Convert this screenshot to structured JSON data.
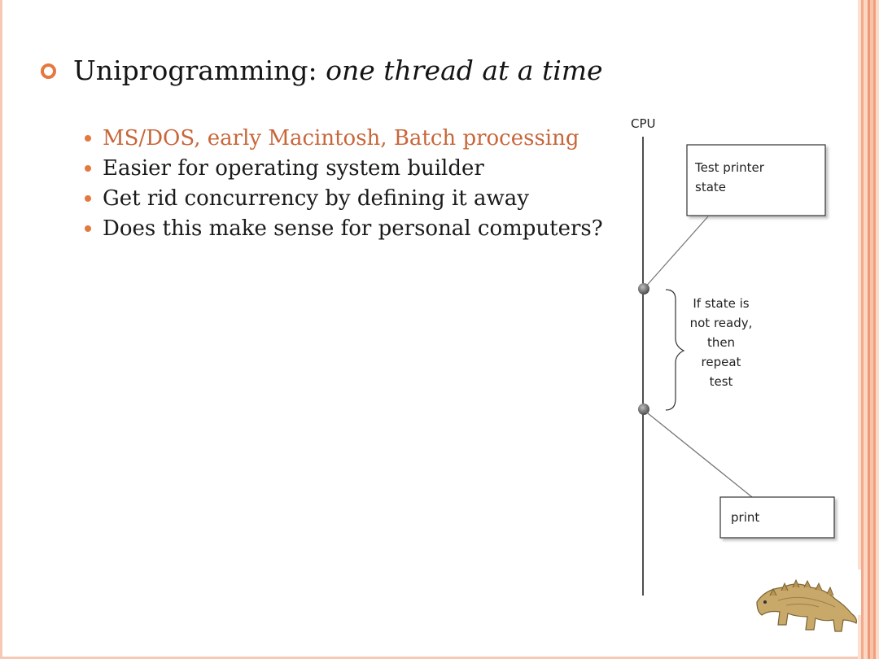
{
  "slide": {
    "heading_prefix": "Uniprogramming:",
    "heading_emphasis": "one thread at a time",
    "bullets": [
      "MS/DOS, early Macintosh, Batch processing",
      "Easier for operating system builder",
      "Get rid concurrency by defining it away",
      "Does this make sense for personal computers?"
    ]
  },
  "diagram": {
    "cpu_label": "CPU",
    "box1_line1": "Test printer",
    "box1_line2": "state",
    "note_line1": "If state is",
    "note_line2": "not ready,",
    "note_line3": "then",
    "note_line4": "repeat",
    "note_line5": "test",
    "box2_label": "print"
  },
  "colors": {
    "accent": "#e4793f",
    "highlight_text": "#c8663a",
    "border": "#f7c9b5"
  },
  "icons": {
    "mascot": "dinosaur-icon"
  }
}
